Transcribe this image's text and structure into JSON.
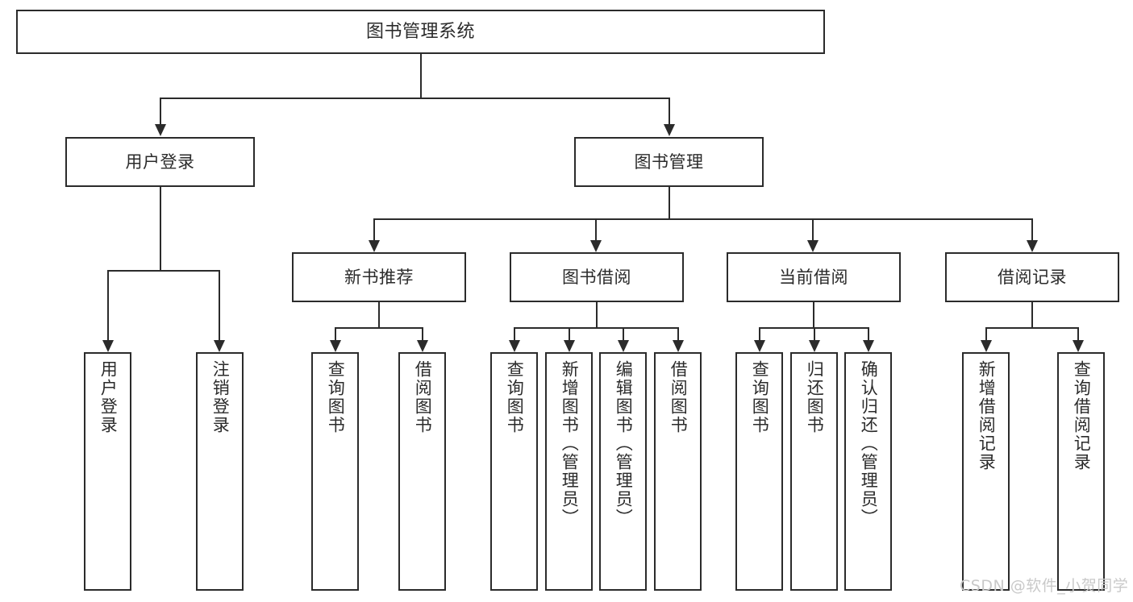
{
  "diagram": {
    "title": "图书管理系统",
    "watermark": "CSDN @软件_小贺同学",
    "accent_color": "#2b2b2b",
    "background_color": "#ffffff",
    "watermark_color": "#c9c9c9"
  },
  "levels": {
    "root": {
      "label": "图书管理系统"
    },
    "level2": [
      {
        "label": "用户登录"
      },
      {
        "label": "图书管理"
      }
    ],
    "level3": [
      {
        "label": "新书推荐"
      },
      {
        "label": "图书借阅"
      },
      {
        "label": "当前借阅"
      },
      {
        "label": "借阅记录"
      }
    ]
  },
  "leaves": {
    "user_login": [
      {
        "label": "用户登录"
      },
      {
        "label": "注销登录"
      }
    ],
    "new_book": [
      {
        "label": "查询图书"
      },
      {
        "label": "借阅图书"
      }
    ],
    "book_borrow": [
      {
        "label": "查询图书"
      },
      {
        "label": "新增图书（管理员）"
      },
      {
        "label": "编辑图书（管理员）"
      },
      {
        "label": "借阅图书"
      }
    ],
    "current_borrow": [
      {
        "label": "查询图书"
      },
      {
        "label": "归还图书"
      },
      {
        "label": "确认归还（管理员）"
      }
    ],
    "borrow_record": [
      {
        "label": "新增借阅记录"
      },
      {
        "label": "查询借阅记录"
      }
    ]
  }
}
